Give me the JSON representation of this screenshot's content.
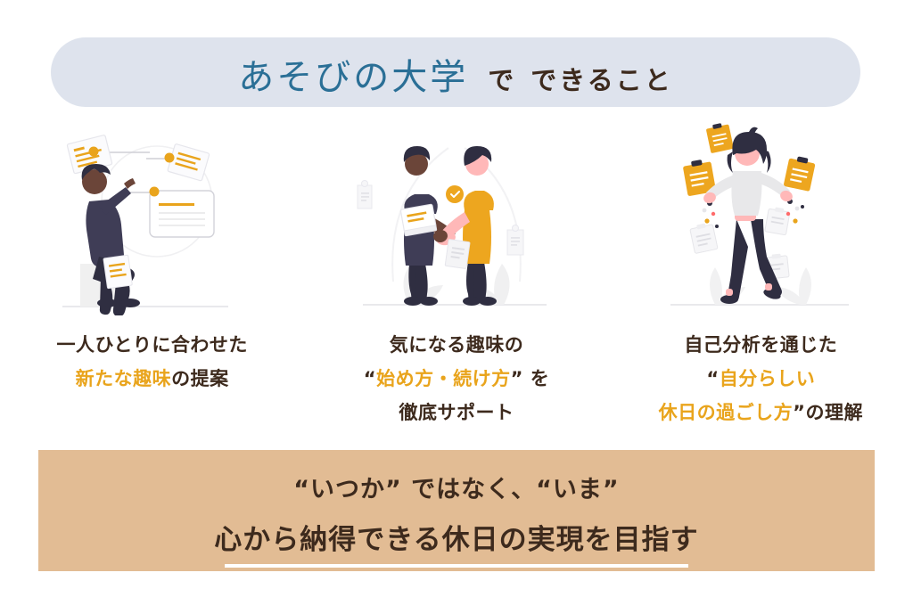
{
  "header": {
    "brand": "あそびの大学",
    "suffix_part1": "で",
    "suffix_part2": "できること",
    "pill_color": "#dee3ed",
    "brand_color": "#2a6f96",
    "text_color": "#3d2a1d"
  },
  "columns": [
    {
      "illustration": "person-sitting-with-floating-documents",
      "line1": "一人ひとりに合わせた",
      "line2_accent": "新たな趣味",
      "line2_rest": "の提案",
      "line3": ""
    },
    {
      "illustration": "two-people-handshake",
      "line1": "気になる趣味の",
      "line2_prefix": "“",
      "line2_accent": "始め方・続け方",
      "line2_suffix": "”",
      "line2_rest": " を",
      "line3": "徹底サポート"
    },
    {
      "illustration": "woman-juggling-clipboards",
      "line1": "自己分析を通じた",
      "line2_prefix": "“",
      "line2_accent": "自分らしい",
      "line3_accent": "休日の過ごし方",
      "line3_suffix": "”",
      "line3_rest": "の理解"
    }
  ],
  "banner": {
    "line1": "“いつか” ではなく、“いま”",
    "line2": "心から納得できる休日の実現を目指す",
    "background_color": "#e2bc94",
    "rule_color": "#ffffff"
  },
  "palette": {
    "accent_orange": "#e9a41c",
    "dark_brown": "#3d2a1d",
    "navy": "#2f2e41",
    "skin_dark": "#a0616a",
    "skin_light": "#ffb8b8",
    "light_gray": "#e6e6e6"
  }
}
